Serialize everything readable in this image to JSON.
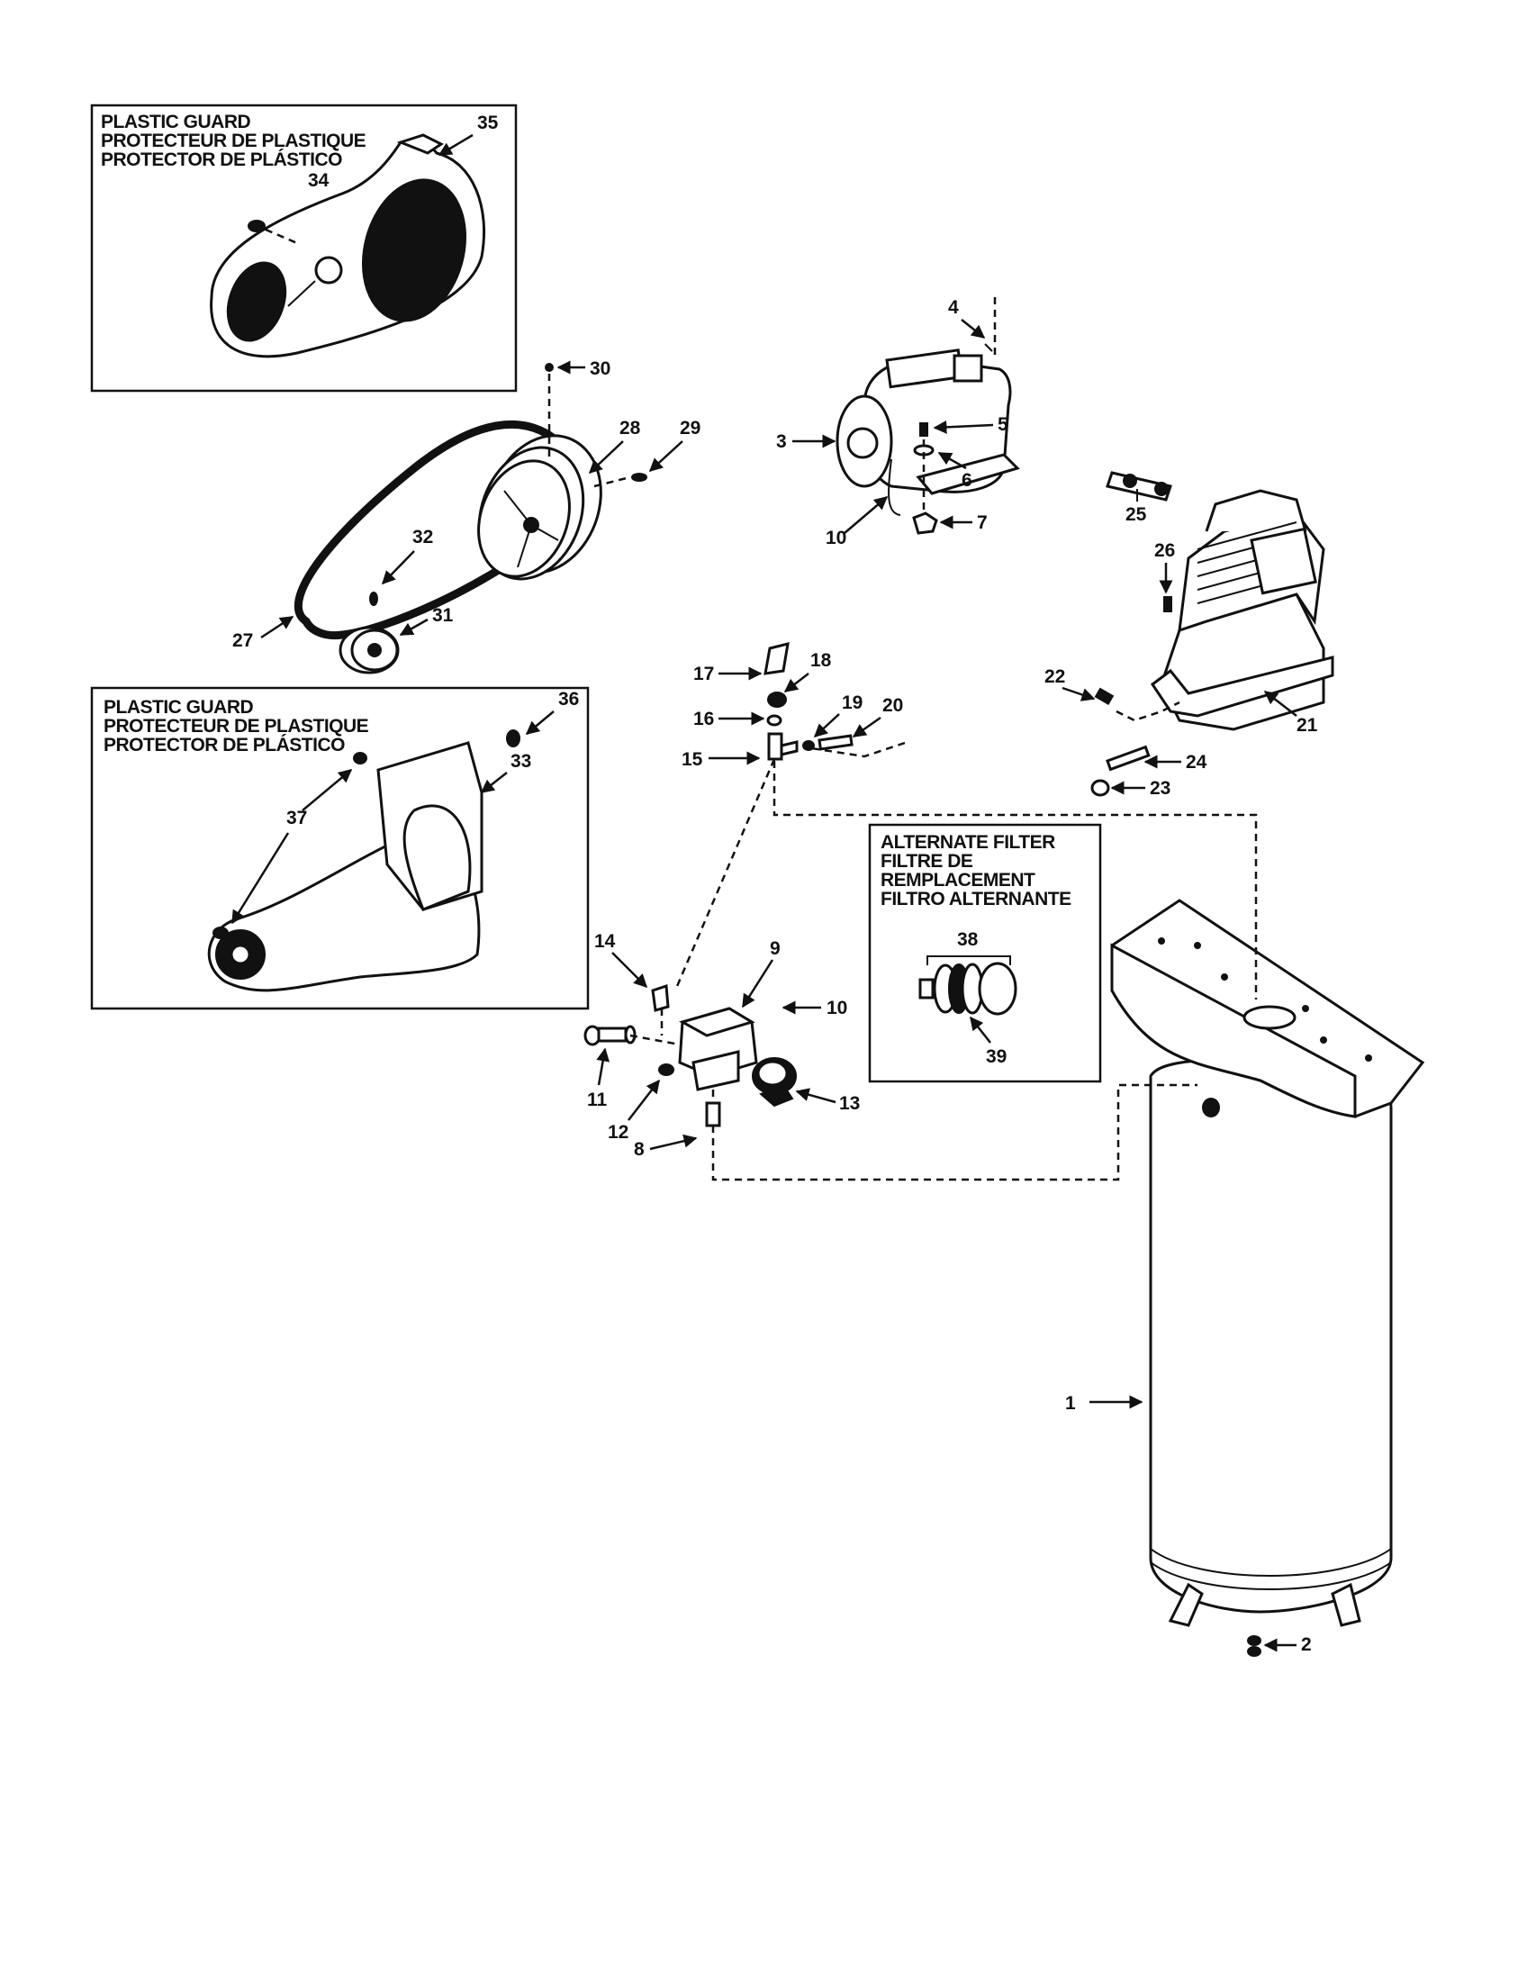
{
  "insets": {
    "top_guard": [
      "PLASTIC GUARD",
      "PROTECTEUR DE PLASTIQUE",
      "PROTECTOR DE PLÁSTICO"
    ],
    "bottom_guard": [
      "PLASTIC GUARD",
      "PROTECTEUR DE PLASTIQUE",
      "PROTECTOR DE PLÁSTICO"
    ],
    "alternate_filter": [
      "ALTERNATE FILTER",
      "FILTRE DE",
      "REMPLACEMENT",
      "FILTRO ALTERNANTE"
    ]
  },
  "callouts": {
    "c1": "1",
    "c2": "2",
    "c3": "3",
    "c4": "4",
    "c5": "5",
    "c6": "6",
    "c7": "7",
    "c8": "8",
    "c9": "9",
    "c10a": "10",
    "c10b": "10",
    "c11": "11",
    "c12": "12",
    "c13": "13",
    "c14": "14",
    "c15": "15",
    "c16": "16",
    "c17": "17",
    "c18": "18",
    "c19": "19",
    "c20": "20",
    "c21": "21",
    "c22": "22",
    "c23": "23",
    "c24": "24",
    "c25": "25",
    "c26": "26",
    "c27": "27",
    "c28": "28",
    "c29": "29",
    "c30": "30",
    "c31": "31",
    "c32": "32",
    "c33": "33",
    "c34": "34",
    "c35": "35",
    "c36": "36",
    "c37": "37",
    "c38": "38",
    "c39": "39"
  }
}
